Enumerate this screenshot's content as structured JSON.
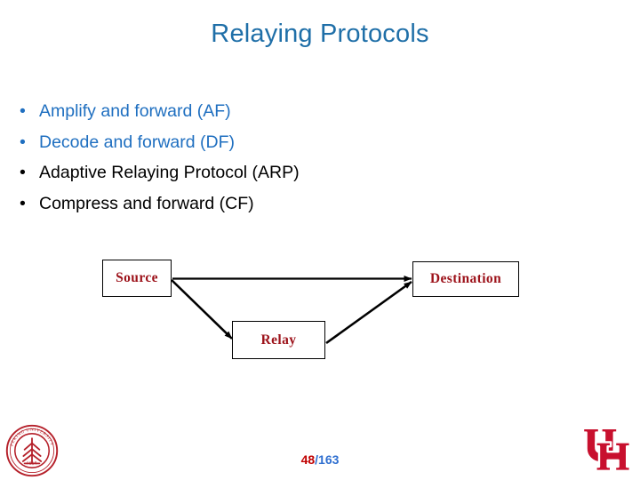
{
  "slide": {
    "title": "Relaying Protocols",
    "title_color": "#1f6fa8",
    "background": "#ffffff"
  },
  "bullets": [
    {
      "label": "Amplify and forward (AF)",
      "color": "#1f6fc0",
      "marker": "•"
    },
    {
      "label": "Decode and forward (DF)",
      "color": "#1f6fc0",
      "marker": "•"
    },
    {
      "label": "Adaptive Relaying Protocol (ARP)",
      "color": "#000000",
      "marker": "•"
    },
    {
      "label": "Compress and forward (CF)",
      "color": "#000000",
      "marker": "•"
    }
  ],
  "diagram": {
    "node_text_color": "#9c1119",
    "edge_color": "#000000",
    "nodes": [
      {
        "id": "source",
        "label": "Source"
      },
      {
        "id": "destination",
        "label": "Destination"
      },
      {
        "id": "relay",
        "label": "Relay"
      }
    ],
    "edges": [
      {
        "from": "source",
        "to": "destination",
        "name": "direct-link"
      },
      {
        "from": "source",
        "to": "relay",
        "name": "source-to-relay-link"
      },
      {
        "from": "relay",
        "to": "destination",
        "name": "relay-to-destination-link"
      }
    ]
  },
  "footer": {
    "page_current": "48",
    "page_separator_total": "/163",
    "page_current_color": "#c00000",
    "page_total_color": "#2f6fd0",
    "left_logo_name": "peking-university-seal",
    "left_logo_text_outer": "PEKING UNIVERSITY",
    "left_logo_text_year": "1898",
    "left_logo_color": "#b5202a",
    "right_logo_name": "university-of-houston-uh",
    "right_logo_text": "UH",
    "right_logo_color": "#c8102e"
  }
}
